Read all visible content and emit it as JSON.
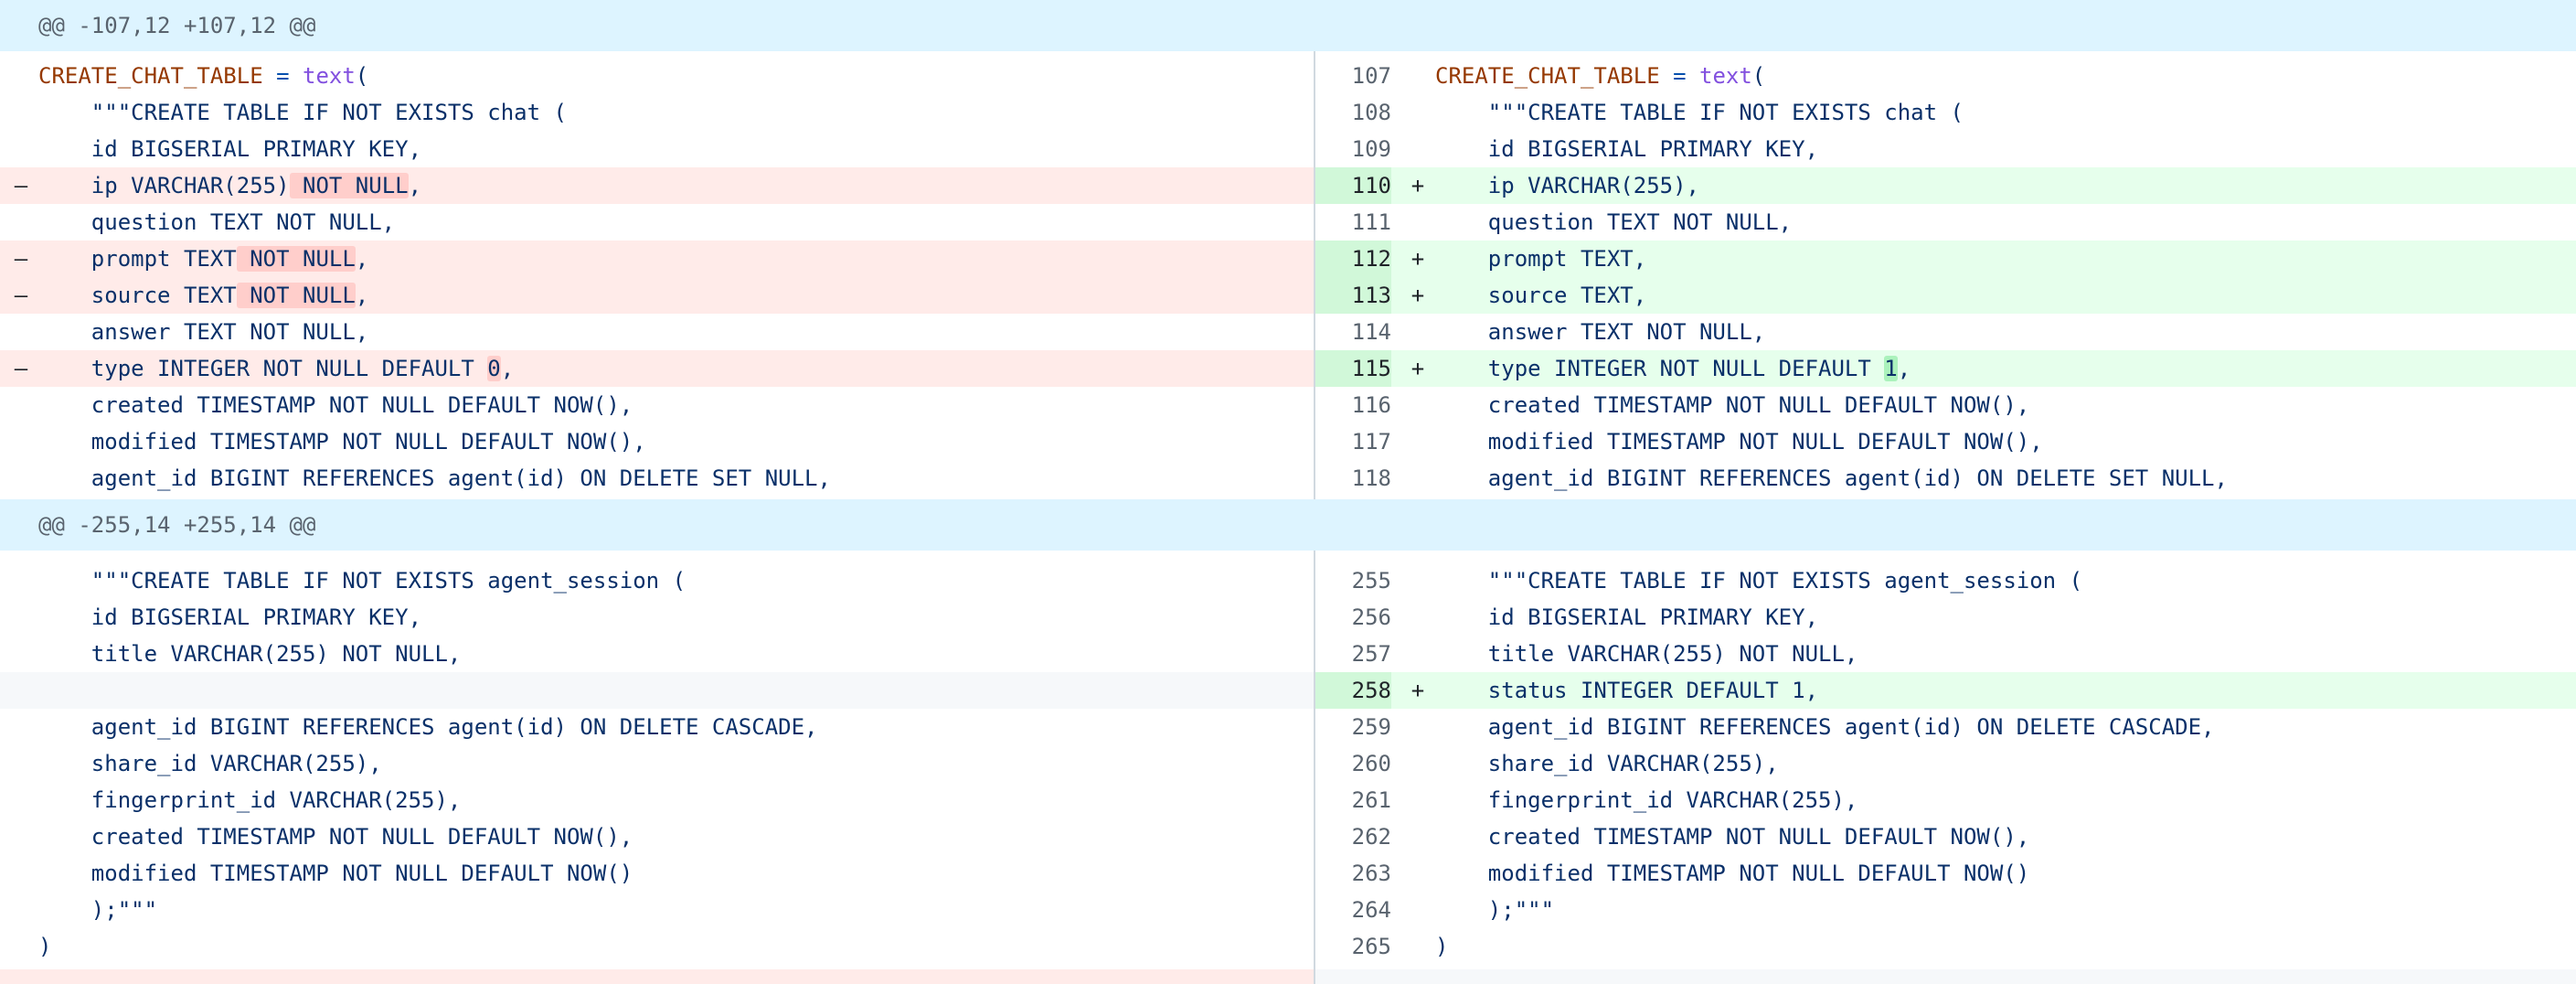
{
  "hunks": [
    {
      "header": "@@ -107,12 +107,12 @@",
      "rows": [
        {
          "type": "context",
          "right_num": "107",
          "left": [
            [
              "const",
              "CREATE_CHAT_TABLE"
            ],
            [
              "plain",
              " "
            ],
            [
              "op",
              "="
            ],
            [
              "plain",
              " "
            ],
            [
              "fn",
              "text"
            ],
            [
              "plain",
              "("
            ]
          ],
          "right": [
            [
              "const",
              "CREATE_CHAT_TABLE"
            ],
            [
              "plain",
              " "
            ],
            [
              "op",
              "="
            ],
            [
              "plain",
              " "
            ],
            [
              "fn",
              "text"
            ],
            [
              "plain",
              "("
            ]
          ]
        },
        {
          "type": "context",
          "right_num": "108",
          "left": [
            [
              "plain",
              "    \"\"\"CREATE TABLE IF NOT EXISTS chat ("
            ]
          ],
          "right": [
            [
              "plain",
              "    \"\"\"CREATE TABLE IF NOT EXISTS chat ("
            ]
          ]
        },
        {
          "type": "context",
          "right_num": "109",
          "left": [
            [
              "plain",
              "    id BIGSERIAL PRIMARY KEY,"
            ]
          ],
          "right": [
            [
              "plain",
              "    id BIGSERIAL PRIMARY KEY,"
            ]
          ]
        },
        {
          "type": "change",
          "right_num": "110",
          "left": [
            [
              "plain",
              "    ip VARCHAR(255)"
            ],
            [
              "del",
              " NOT NULL"
            ],
            [
              "plain",
              ","
            ]
          ],
          "right": [
            [
              "plain",
              "    ip VARCHAR(255),"
            ]
          ]
        },
        {
          "type": "context",
          "right_num": "111",
          "left": [
            [
              "plain",
              "    question TEXT NOT NULL,"
            ]
          ],
          "right": [
            [
              "plain",
              "    question TEXT NOT NULL,"
            ]
          ]
        },
        {
          "type": "change",
          "right_num": "112",
          "left": [
            [
              "plain",
              "    prompt TEXT"
            ],
            [
              "del",
              " NOT NULL"
            ],
            [
              "plain",
              ","
            ]
          ],
          "right": [
            [
              "plain",
              "    prompt TEXT,"
            ]
          ]
        },
        {
          "type": "change",
          "right_num": "113",
          "left": [
            [
              "plain",
              "    source TEXT"
            ],
            [
              "del",
              " NOT NULL"
            ],
            [
              "plain",
              ","
            ]
          ],
          "right": [
            [
              "plain",
              "    source TEXT,"
            ]
          ]
        },
        {
          "type": "context",
          "right_num": "114",
          "left": [
            [
              "plain",
              "    answer TEXT NOT NULL,"
            ]
          ],
          "right": [
            [
              "plain",
              "    answer TEXT NOT NULL,"
            ]
          ]
        },
        {
          "type": "change",
          "right_num": "115",
          "left": [
            [
              "plain",
              "    type INTEGER NOT NULL DEFAULT "
            ],
            [
              "del",
              "0"
            ],
            [
              "plain",
              ","
            ]
          ],
          "right": [
            [
              "plain",
              "    type INTEGER NOT NULL DEFAULT "
            ],
            [
              "add",
              "1"
            ],
            [
              "plain",
              ","
            ]
          ]
        },
        {
          "type": "context",
          "right_num": "116",
          "left": [
            [
              "plain",
              "    created TIMESTAMP NOT NULL DEFAULT NOW(),"
            ]
          ],
          "right": [
            [
              "plain",
              "    created TIMESTAMP NOT NULL DEFAULT NOW(),"
            ]
          ]
        },
        {
          "type": "context",
          "right_num": "117",
          "left": [
            [
              "plain",
              "    modified TIMESTAMP NOT NULL DEFAULT NOW(),"
            ]
          ],
          "right": [
            [
              "plain",
              "    modified TIMESTAMP NOT NULL DEFAULT NOW(),"
            ]
          ]
        },
        {
          "type": "context",
          "right_num": "118",
          "left": [
            [
              "plain",
              "    agent_id BIGINT REFERENCES agent(id) ON DELETE SET NULL,"
            ]
          ],
          "right": [
            [
              "plain",
              "    agent_id BIGINT REFERENCES agent(id) ON DELETE SET NULL,"
            ]
          ]
        }
      ]
    },
    {
      "header": "@@ -255,14 +255,14 @@",
      "rows": [
        {
          "type": "context",
          "right_num": "255",
          "left": [
            [
              "plain",
              "    \"\"\"CREATE TABLE IF NOT EXISTS agent_session ("
            ]
          ],
          "right": [
            [
              "plain",
              "    \"\"\"CREATE TABLE IF NOT EXISTS agent_session ("
            ]
          ]
        },
        {
          "type": "context",
          "right_num": "256",
          "left": [
            [
              "plain",
              "    id BIGSERIAL PRIMARY KEY,"
            ]
          ],
          "right": [
            [
              "plain",
              "    id BIGSERIAL PRIMARY KEY,"
            ]
          ]
        },
        {
          "type": "context",
          "right_num": "257",
          "left": [
            [
              "plain",
              "    title VARCHAR(255) NOT NULL,"
            ]
          ],
          "right": [
            [
              "plain",
              "    title VARCHAR(255) NOT NULL,"
            ]
          ]
        },
        {
          "type": "addonly",
          "right_num": "258",
          "left": [],
          "right": [
            [
              "plain",
              "    status INTEGER DEFAULT 1,"
            ]
          ]
        },
        {
          "type": "context",
          "right_num": "259",
          "left": [
            [
              "plain",
              "    agent_id BIGINT REFERENCES agent(id) ON DELETE CASCADE,"
            ]
          ],
          "right": [
            [
              "plain",
              "    agent_id BIGINT REFERENCES agent(id) ON DELETE CASCADE,"
            ]
          ]
        },
        {
          "type": "context",
          "right_num": "260",
          "left": [
            [
              "plain",
              "    share_id VARCHAR(255),"
            ]
          ],
          "right": [
            [
              "plain",
              "    share_id VARCHAR(255),"
            ]
          ]
        },
        {
          "type": "context",
          "right_num": "261",
          "left": [
            [
              "plain",
              "    fingerprint_id VARCHAR(255),"
            ]
          ],
          "right": [
            [
              "plain",
              "    fingerprint_id VARCHAR(255),"
            ]
          ]
        },
        {
          "type": "context",
          "right_num": "262",
          "left": [
            [
              "plain",
              "    created TIMESTAMP NOT NULL DEFAULT NOW(),"
            ]
          ],
          "right": [
            [
              "plain",
              "    created TIMESTAMP NOT NULL DEFAULT NOW(),"
            ]
          ]
        },
        {
          "type": "context",
          "right_num": "263",
          "left": [
            [
              "plain",
              "    modified TIMESTAMP NOT NULL DEFAULT NOW()"
            ]
          ],
          "right": [
            [
              "plain",
              "    modified TIMESTAMP NOT NULL DEFAULT NOW()"
            ]
          ]
        },
        {
          "type": "context",
          "right_num": "264",
          "left": [
            [
              "plain",
              "    );\"\"\""
            ]
          ],
          "right": [
            [
              "plain",
              "    );\"\"\""
            ]
          ]
        },
        {
          "type": "context",
          "right_num": "265",
          "left": [
            [
              "plain",
              ")"
            ]
          ],
          "right": [
            [
              "plain",
              ")"
            ]
          ]
        }
      ]
    }
  ],
  "markers": {
    "deleted": "–",
    "added": "+"
  },
  "colors": {
    "hunk_bg": "#ddf4ff",
    "del_bg": "#ffebe9",
    "del_highlight": "#ffcecb",
    "add_bg": "#e6ffec",
    "add_num_bg": "#d1f8d9",
    "add_highlight": "#abf2bc",
    "empty_bg": "#f6f8fa"
  }
}
